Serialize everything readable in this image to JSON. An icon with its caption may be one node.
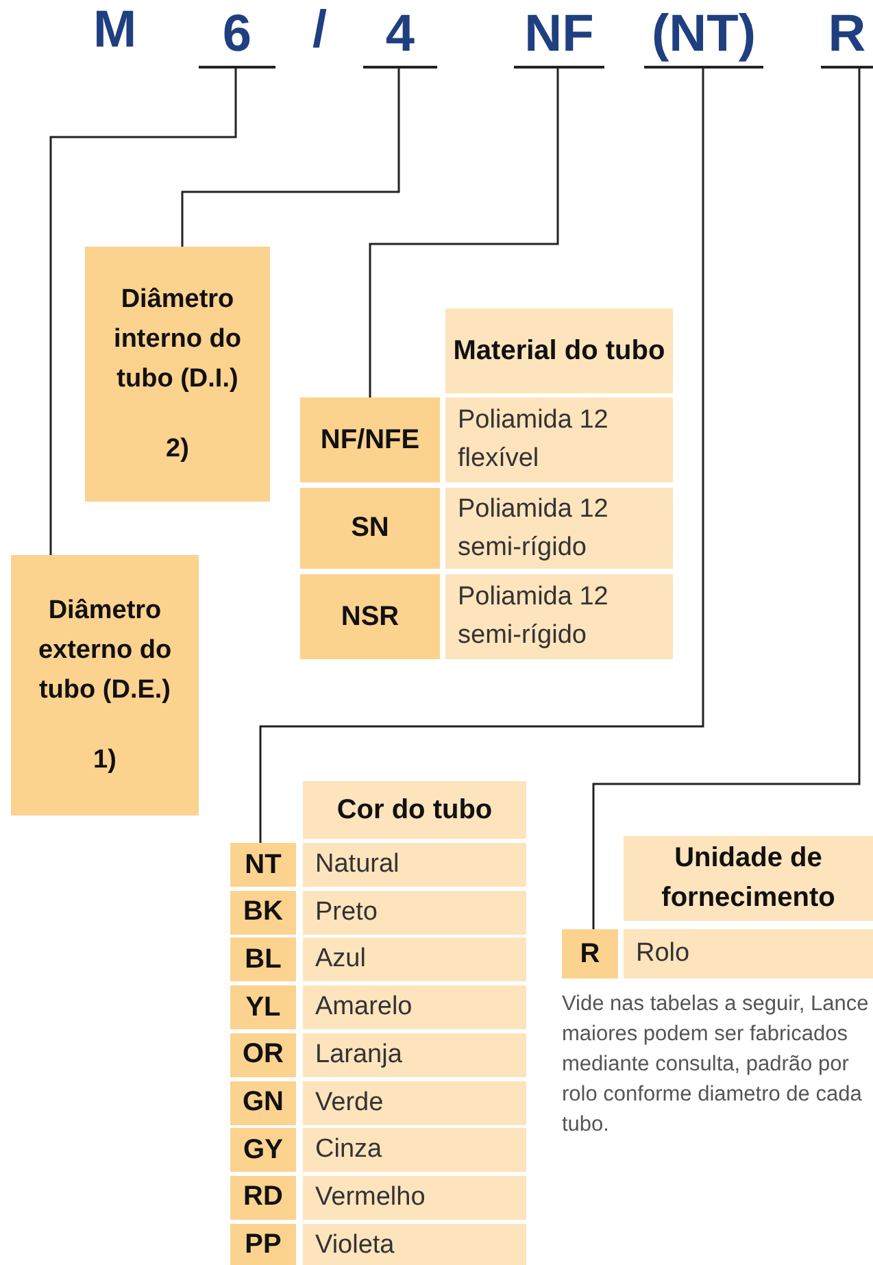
{
  "diagram": {
    "nodes": [
      {
        "text": [
          "6"
        ]
      },
      {
        "text": [
          "4"
        ]
      },
      {
        "text": [
          "NF"
        ]
      },
      {
        "text": [
          "(NT)"
        ]
      },
      {
        "text": [
          "R"
        ]
      },
      {
        "text": [
          "Diâmetro interno do tubo (D.I.)",
          "2)"
        ]
      },
      {
        "text": [
          "Diâmetro externo do tubo (D.E.)",
          "1)"
        ]
      },
      {
        "text": [
          "Material do tubo"
        ]
      },
      {
        "text": [
          "NF/NFE"
        ]
      },
      {
        "text": [
          "Poliamida 12 flexível"
        ]
      },
      {
        "text": [
          "SN"
        ]
      },
      {
        "text": [
          "Poliamida 12 semi-rígido"
        ]
      },
      {
        "text": [
          "NSR"
        ]
      },
      {
        "text": [
          "Poliamida 12 semi-rígido"
        ]
      },
      {
        "text": [
          "Cor do tubo"
        ]
      },
      {
        "text": [
          "NT"
        ]
      },
      {
        "text": [
          "Natural"
        ]
      },
      {
        "text": [
          "BK"
        ]
      },
      {
        "text": [
          "Preto"
        ]
      },
      {
        "text": [
          "BL"
        ]
      },
      {
        "text": [
          "Azul"
        ]
      },
      {
        "text": [
          "YL"
        ]
      },
      {
        "text": [
          "Amarelo"
        ]
      },
      {
        "text": [
          "OR"
        ]
      },
      {
        "text": [
          "Laranja"
        ]
      },
      {
        "text": [
          "GN"
        ]
      },
      {
        "text": [
          "Verde"
        ]
      },
      {
        "text": [
          "GY"
        ]
      },
      {
        "text": [
          "Cinza"
        ]
      },
      {
        "text": [
          "RD"
        ]
      },
      {
        "text": [
          "Vermelho"
        ]
      },
      {
        "text": [
          "PP"
        ]
      },
      {
        "text": [
          "Violeta"
        ]
      },
      {
        "text": [
          "Unidade de fornecimento"
        ]
      },
      {
        "text": [
          "R"
        ]
      },
      {
        "text": [
          "Rolo"
        ]
      }
    ],
    "edges": [
      {
        "from": 0,
        "to": 6,
        "arrow": "none"
      },
      {
        "from": 1,
        "to": 5,
        "arrow": "none"
      },
      {
        "from": 2,
        "to": 8,
        "arrow": "none"
      },
      {
        "from": 3,
        "to": 15,
        "arrow": "none"
      },
      {
        "from": 4,
        "to": 34,
        "arrow": "none"
      }
    ],
    "labels": [
      "M",
      "/",
      "Vide nas tabelas a seguir, Lance maiores podem ser fabricados mediante consulta, padrão por rolo conforme diametro de cada tubo."
    ]
  }
}
